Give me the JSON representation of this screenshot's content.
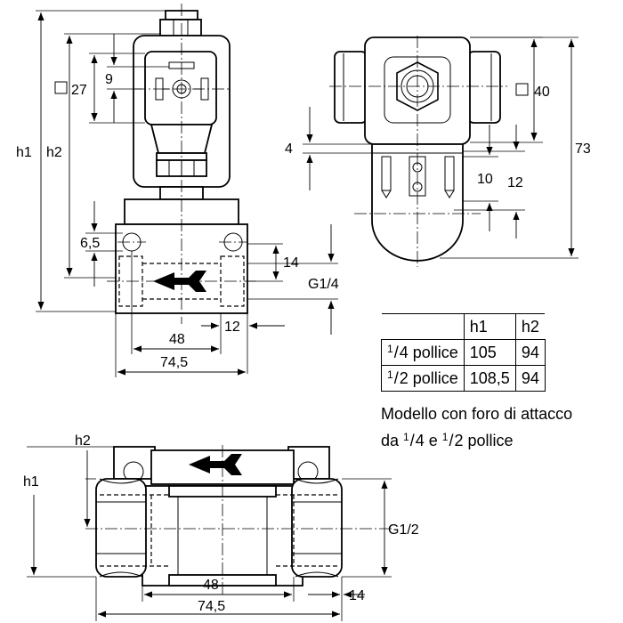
{
  "top_view_dims": {
    "h1": "h1",
    "h2": "h2",
    "square_27": "27",
    "dim_9": "9",
    "dim_6_5": "6,5",
    "dim_14": "14",
    "thread_g14": "G1/4",
    "dim_48": "48",
    "dim_12": "12",
    "dim_74_5": "74,5"
  },
  "side_view_dims": {
    "square_40": "40",
    "dim_73": "73",
    "dim_4": "4",
    "dim_10": "10",
    "dim_12": "12"
  },
  "bottom_view_dims": {
    "h1": "h1",
    "h2": "h2",
    "thread_g12": "G1/2",
    "dim_48": "48",
    "dim_74_5": "74,5",
    "dim_14": "14"
  },
  "table": {
    "head": {
      "h1": "h1",
      "h2": "h2"
    },
    "rows": [
      {
        "num": "1",
        "den": "4",
        "word": "pollice",
        "h1": "105",
        "h2": "94"
      },
      {
        "num": "1",
        "den": "2",
        "word": "pollice",
        "h1": "108,5",
        "h2": "94"
      }
    ]
  },
  "note": {
    "line1": "Modello con foro di attacco",
    "line2_prefix": "da ",
    "frac1_num": "1",
    "frac1_den": "4",
    "mid": " e ",
    "frac2_num": "1",
    "frac2_den": "2",
    "line2_suffix": " pollice"
  }
}
